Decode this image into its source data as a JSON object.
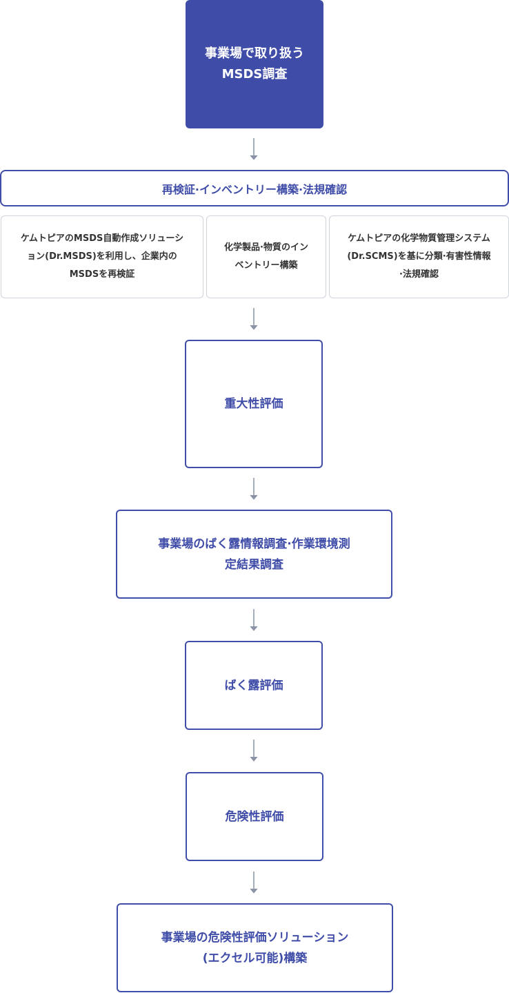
{
  "flow": {
    "start": "事業場で取り扱う\nMSDS調査",
    "banner": "再検証·インベントリー構築·法規確認",
    "sub_items": [
      "ケムトピアのMSDS自動作成ソリューシ\nョン(Dr.MSDS)を利用し、企業内の\nMSDSを再検証",
      "化学製品·物質のイン\nベントリー構築",
      "ケムトピアの化学物質管理システム\n(Dr.SCMS)を基に分類·有害性情報\n·法規確認"
    ],
    "steps": [
      "重大性評価",
      "事業場のばく露情報調査·作業環境測\n定結果調査",
      "ばく露評価",
      "危険性評価",
      "事業場の危険性評価ソリューション\n(エクセル可能)構築"
    ]
  },
  "colors": {
    "primary": "#3f4da8",
    "sub_border": "#cfd3da",
    "arrow": "#8a94a6",
    "sub_text": "#333333"
  }
}
